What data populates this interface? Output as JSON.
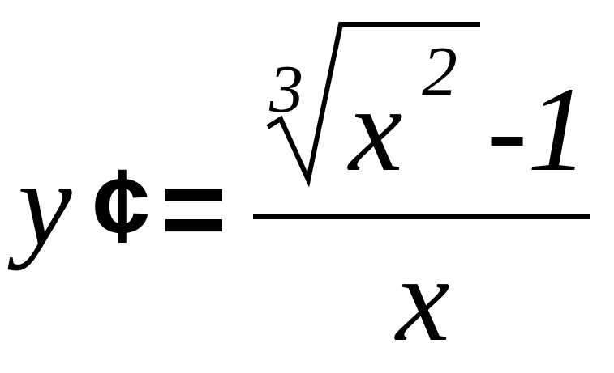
{
  "formula": {
    "lhs_variable": "y",
    "prime_mark": "¢",
    "equals": "=",
    "numerator": {
      "root_index": "3",
      "radicand_base": "x",
      "radicand_exponent": "2",
      "minus": "-",
      "constant": "1"
    },
    "denominator": "x"
  },
  "colors": {
    "ink": "#000000",
    "background": "#ffffff"
  }
}
